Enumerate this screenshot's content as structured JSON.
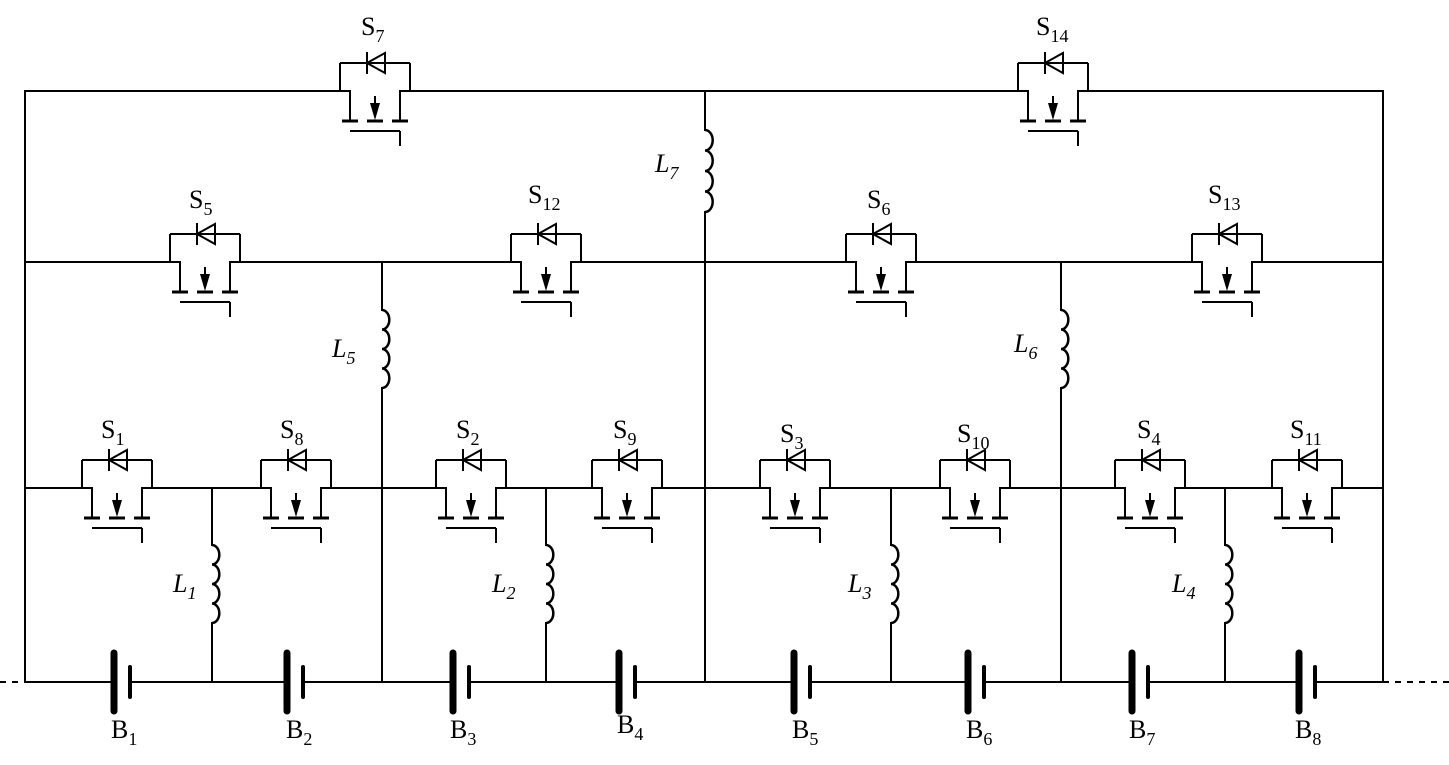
{
  "switches": [
    {
      "id": "s7",
      "letter": "S",
      "sub": "7"
    },
    {
      "id": "s14",
      "letter": "S",
      "sub": "14"
    },
    {
      "id": "s5",
      "letter": "S",
      "sub": "5"
    },
    {
      "id": "s12",
      "letter": "S",
      "sub": "12"
    },
    {
      "id": "s6",
      "letter": "S",
      "sub": "6"
    },
    {
      "id": "s13",
      "letter": "S",
      "sub": "13"
    },
    {
      "id": "s1",
      "letter": "S",
      "sub": "1"
    },
    {
      "id": "s8",
      "letter": "S",
      "sub": "8"
    },
    {
      "id": "s2",
      "letter": "S",
      "sub": "2"
    },
    {
      "id": "s9",
      "letter": "S",
      "sub": "9"
    },
    {
      "id": "s3",
      "letter": "S",
      "sub": "3"
    },
    {
      "id": "s10",
      "letter": "S",
      "sub": "10"
    },
    {
      "id": "s4",
      "letter": "S",
      "sub": "4"
    },
    {
      "id": "s11",
      "letter": "S",
      "sub": "11"
    }
  ],
  "inductors": [
    {
      "id": "l1",
      "letter": "L",
      "sub": "1"
    },
    {
      "id": "l2",
      "letter": "L",
      "sub": "2"
    },
    {
      "id": "l3",
      "letter": "L",
      "sub": "3"
    },
    {
      "id": "l4",
      "letter": "L",
      "sub": "4"
    },
    {
      "id": "l5",
      "letter": "L",
      "sub": "5"
    },
    {
      "id": "l6",
      "letter": "L",
      "sub": "6"
    },
    {
      "id": "l7",
      "letter": "L",
      "sub": "7"
    }
  ],
  "batteries": [
    {
      "id": "b1",
      "letter": "B",
      "sub": "1"
    },
    {
      "id": "b2",
      "letter": "B",
      "sub": "2"
    },
    {
      "id": "b3",
      "letter": "B",
      "sub": "3"
    },
    {
      "id": "b4",
      "letter": "B",
      "sub": "4"
    },
    {
      "id": "b5",
      "letter": "B",
      "sub": "5"
    },
    {
      "id": "b6",
      "letter": "B",
      "sub": "6"
    },
    {
      "id": "b7",
      "letter": "B",
      "sub": "7"
    },
    {
      "id": "b8",
      "letter": "B",
      "sub": "8"
    }
  ]
}
